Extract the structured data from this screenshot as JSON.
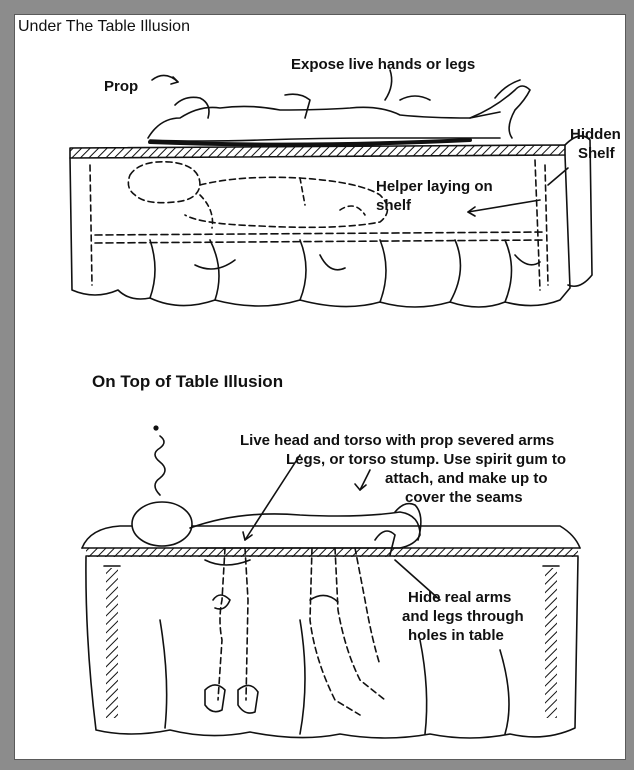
{
  "titles": {
    "under": "Under The Table Illusion",
    "top": "On Top of Table Illusion"
  },
  "labels": {
    "prop": "Prop",
    "expose": "Expose live hands or legs",
    "hidden_shelf_1": "Hidden",
    "hidden_shelf_2": "Shelf",
    "helper_1": "Helper laying on",
    "helper_2": "shelf",
    "live_1": "Live head and torso with prop severed arms",
    "live_2": "Legs, or torso stump.  Use spirit gum to",
    "live_3": "attach, and make up to",
    "live_4": "cover the seams",
    "hide_1": "Hide real arms",
    "hide_2": "and legs through",
    "hide_3": "holes in table"
  },
  "colors": {
    "frame": "#8c8c8c",
    "ink": "#111111",
    "paper": "#ffffff"
  }
}
